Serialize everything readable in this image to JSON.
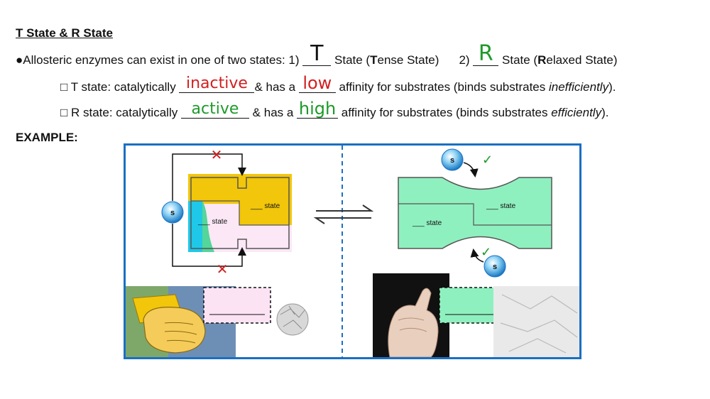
{
  "heading": "T State & R State",
  "line1": {
    "prefix": "●Allosteric enzymes can exist in one of two states: 1) ",
    "blank1": "T",
    "after1_pre": " State (",
    "after1_bold": "T",
    "after1_post": "ense State)",
    "mid": "2) ",
    "blank2": "R",
    "after2_pre": " State (",
    "after2_bold": "R",
    "after2_post": "elaxed State)"
  },
  "line2": {
    "bullet": "□ ",
    "a": "T state: catalytically ",
    "blank1": "inactive",
    "b": "& has a ",
    "blank2": "low",
    "c": " affinity for substrates (binds substrates ",
    "em": "inefficiently",
    "d": ")."
  },
  "line3": {
    "bullet": "□ ",
    "a": "R state: catalytically ",
    "blank1": "active",
    "b": " & has a ",
    "blank2": "high",
    "c": " affinity for substrates (binds substrates ",
    "em": "efficiently",
    "d": ")."
  },
  "example_label": "EXAMPLE:",
  "diagram": {
    "left_state_top": "___ state",
    "left_state_bottom": "___ state",
    "right_state_top": "___ state",
    "right_state_bottom": "___ state",
    "substrate": "s",
    "cross": "✕",
    "check": "✓"
  },
  "colors": {
    "heading": "#111111",
    "green_ink": "#1e9a2a",
    "red_ink": "#d21f1f",
    "panel_border": "#1a6fc4",
    "t_yellow": "#f2c60a",
    "t_pink": "#f2cbe9",
    "t_cyan": "#1fc8e8",
    "r_green": "#8ff0bf"
  }
}
